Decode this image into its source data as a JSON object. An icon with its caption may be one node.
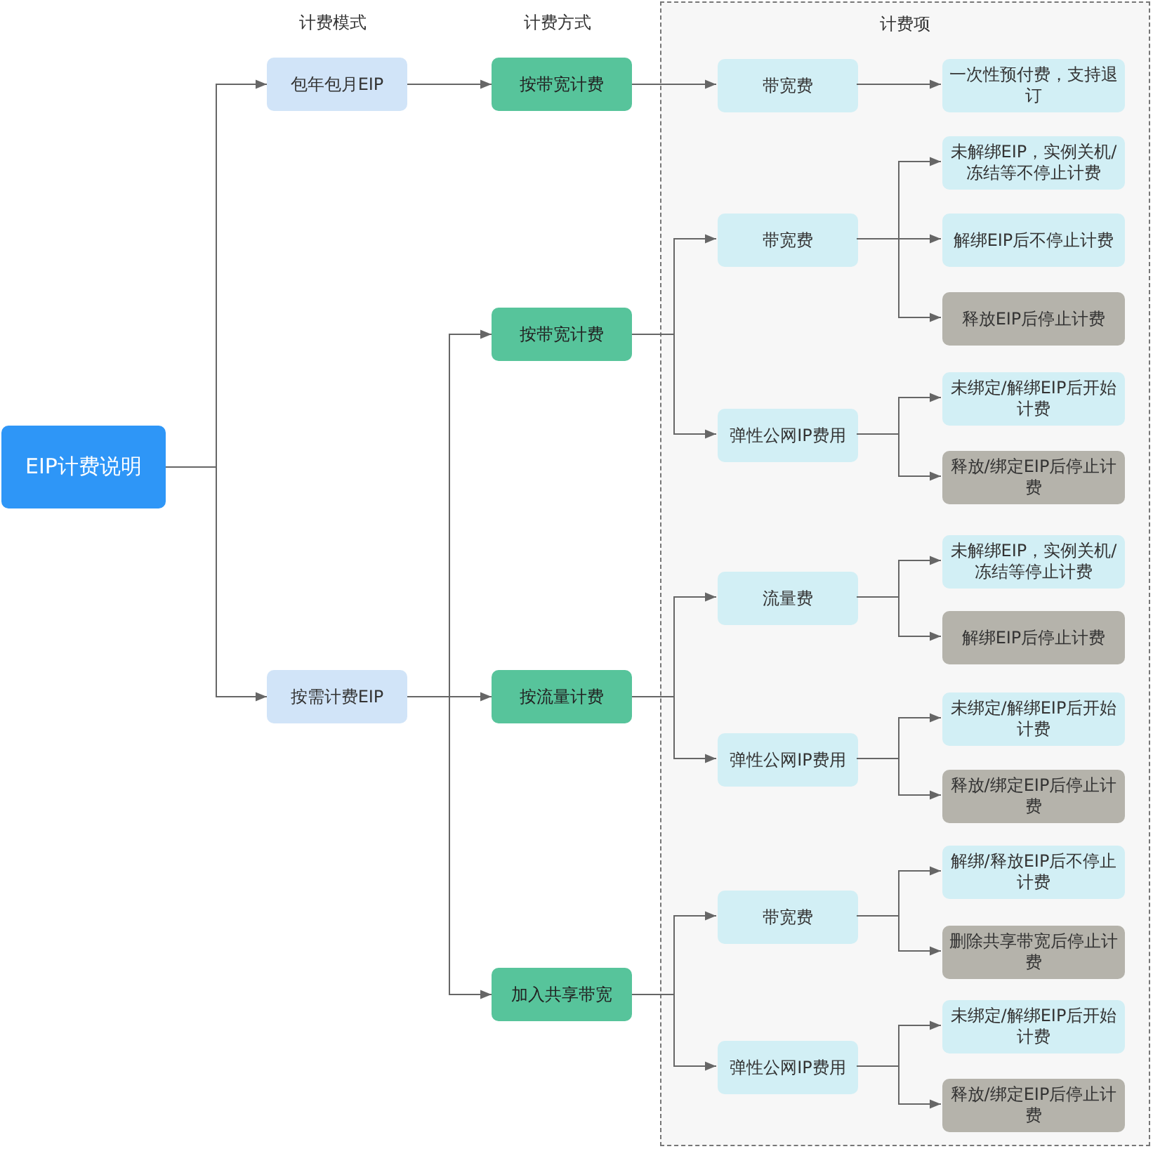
{
  "diagram": {
    "nodes": [
      {
        "text": [
          "EIP计费说明"
        ]
      },
      {
        "text": [
          "包年包月EIP"
        ]
      },
      {
        "text": [
          "按需计费EIP"
        ]
      },
      {
        "text": [
          "按带宽计费"
        ]
      },
      {
        "text": [
          "按带宽计费"
        ]
      },
      {
        "text": [
          "按流量计费"
        ]
      },
      {
        "text": [
          "加入共享带宽"
        ]
      },
      {
        "text": [
          "计费项"
        ]
      },
      {
        "text": [
          "带宽费"
        ],
        "in": 7
      },
      {
        "text": [
          "一次性预付费，支持退订"
        ],
        "in": 7
      },
      {
        "text": [
          "带宽费"
        ],
        "in": 7
      },
      {
        "text": [
          "未解绑EIP，实例关机/冻结等不停止计费"
        ],
        "in": 7
      },
      {
        "text": [
          "解绑EIP后不停止计费"
        ],
        "in": 7
      },
      {
        "text": [
          "释放EIP后停止计费"
        ],
        "in": 7
      },
      {
        "text": [
          "弹性公网IP费用"
        ],
        "in": 7
      },
      {
        "text": [
          "未绑定/解绑EIP后开始计费"
        ],
        "in": 7
      },
      {
        "text": [
          "释放/绑定EIP后停止计费"
        ],
        "in": 7
      },
      {
        "text": [
          "流量费"
        ],
        "in": 7
      },
      {
        "text": [
          "未解绑EIP，实例关机/冻结等停止计费"
        ],
        "in": 7
      },
      {
        "text": [
          "解绑EIP后停止计费"
        ],
        "in": 7
      },
      {
        "text": [
          "弹性公网IP费用"
        ],
        "in": 7
      },
      {
        "text": [
          "未绑定/解绑EIP后开始计费"
        ],
        "in": 7
      },
      {
        "text": [
          "释放/绑定EIP后停止计费"
        ],
        "in": 7
      },
      {
        "text": [
          "带宽费"
        ],
        "in": 7
      },
      {
        "text": [
          "解绑/释放EIP后不停止计费"
        ],
        "in": 7
      },
      {
        "text": [
          "删除共享带宽后停止计费"
        ],
        "in": 7
      },
      {
        "text": [
          "弹性公网IP费用"
        ],
        "in": 7
      },
      {
        "text": [
          "未绑定/解绑EIP后开始计费"
        ],
        "in": 7
      },
      {
        "text": [
          "释放/绑定EIP后停止计费"
        ],
        "in": 7
      }
    ],
    "edges": [
      {
        "from": 0,
        "to": 1,
        "arrow": "to"
      },
      {
        "from": 0,
        "to": 2,
        "arrow": "to"
      },
      {
        "from": 1,
        "to": 3,
        "arrow": "to"
      },
      {
        "from": 2,
        "to": 4,
        "arrow": "to"
      },
      {
        "from": 2,
        "to": 5,
        "arrow": "to"
      },
      {
        "from": 2,
        "to": 6,
        "arrow": "to"
      },
      {
        "from": 3,
        "to": 8,
        "arrow": "to"
      },
      {
        "from": 4,
        "to": 10,
        "arrow": "to"
      },
      {
        "from": 4,
        "to": 14,
        "arrow": "to"
      },
      {
        "from": 5,
        "to": 17,
        "arrow": "to"
      },
      {
        "from": 5,
        "to": 20,
        "arrow": "to"
      },
      {
        "from": 6,
        "to": 23,
        "arrow": "to"
      },
      {
        "from": 6,
        "to": 26,
        "arrow": "to"
      },
      {
        "from": 8,
        "to": 9,
        "arrow": "to"
      },
      {
        "from": 10,
        "to": 11,
        "arrow": "to"
      },
      {
        "from": 10,
        "to": 12,
        "arrow": "to"
      },
      {
        "from": 10,
        "to": 13,
        "arrow": "to"
      },
      {
        "from": 14,
        "to": 15,
        "arrow": "to"
      },
      {
        "from": 14,
        "to": 16,
        "arrow": "to"
      },
      {
        "from": 17,
        "to": 18,
        "arrow": "to"
      },
      {
        "from": 17,
        "to": 19,
        "arrow": "to"
      },
      {
        "from": 20,
        "to": 21,
        "arrow": "to"
      },
      {
        "from": 20,
        "to": 22,
        "arrow": "to"
      },
      {
        "from": 23,
        "to": 24,
        "arrow": "to"
      },
      {
        "from": 23,
        "to": 25,
        "arrow": "to"
      },
      {
        "from": 26,
        "to": 27,
        "arrow": "to"
      },
      {
        "from": 26,
        "to": 28,
        "arrow": "to"
      }
    ],
    "labels": [
      "计费模式",
      "计费方式"
    ]
  }
}
